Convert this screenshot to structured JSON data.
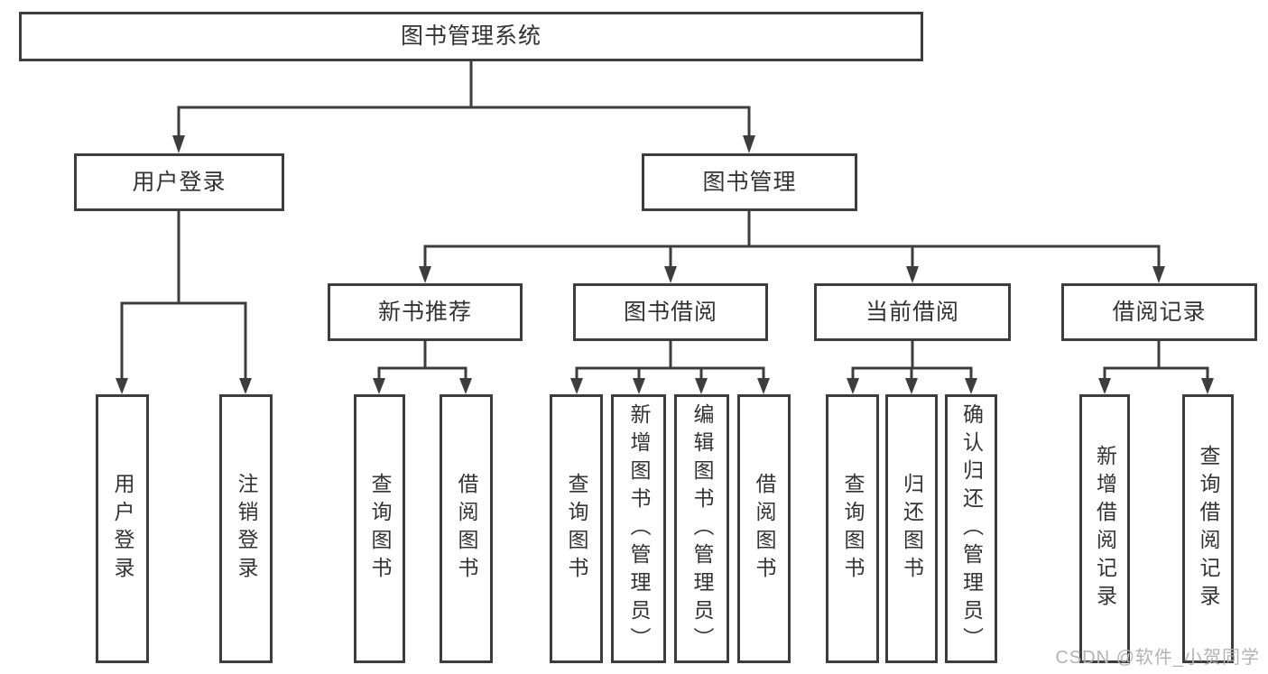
{
  "diagram": {
    "title": "图书管理系统",
    "watermark": "CSDN @软件_小贺同学",
    "colors": {
      "line": "#3d3d3d",
      "text": "#333333",
      "watermark": "#b3b3b3",
      "background": "#ffffff"
    },
    "nodes": {
      "root": {
        "label": "图书管理系统"
      },
      "user_login": {
        "label": "用户登录",
        "children": [
          "用户登录",
          "注销登录"
        ]
      },
      "book_management": {
        "label": "图书管理"
      },
      "new_book_recommend": {
        "label": "新书推荐",
        "children": [
          "查询图书",
          "借阅图书"
        ]
      },
      "book_borrow": {
        "label": "图书借阅",
        "children": [
          "查询图书",
          "新增图书（管理员）",
          "编辑图书（管理员）",
          "借阅图书"
        ]
      },
      "current_borrow": {
        "label": "当前借阅",
        "children": [
          "查询图书",
          "归还图书",
          "确认归还（管理员）"
        ]
      },
      "borrow_records": {
        "label": "借阅记录",
        "children": [
          "新增借阅记录",
          "查询借阅记录"
        ]
      }
    }
  }
}
